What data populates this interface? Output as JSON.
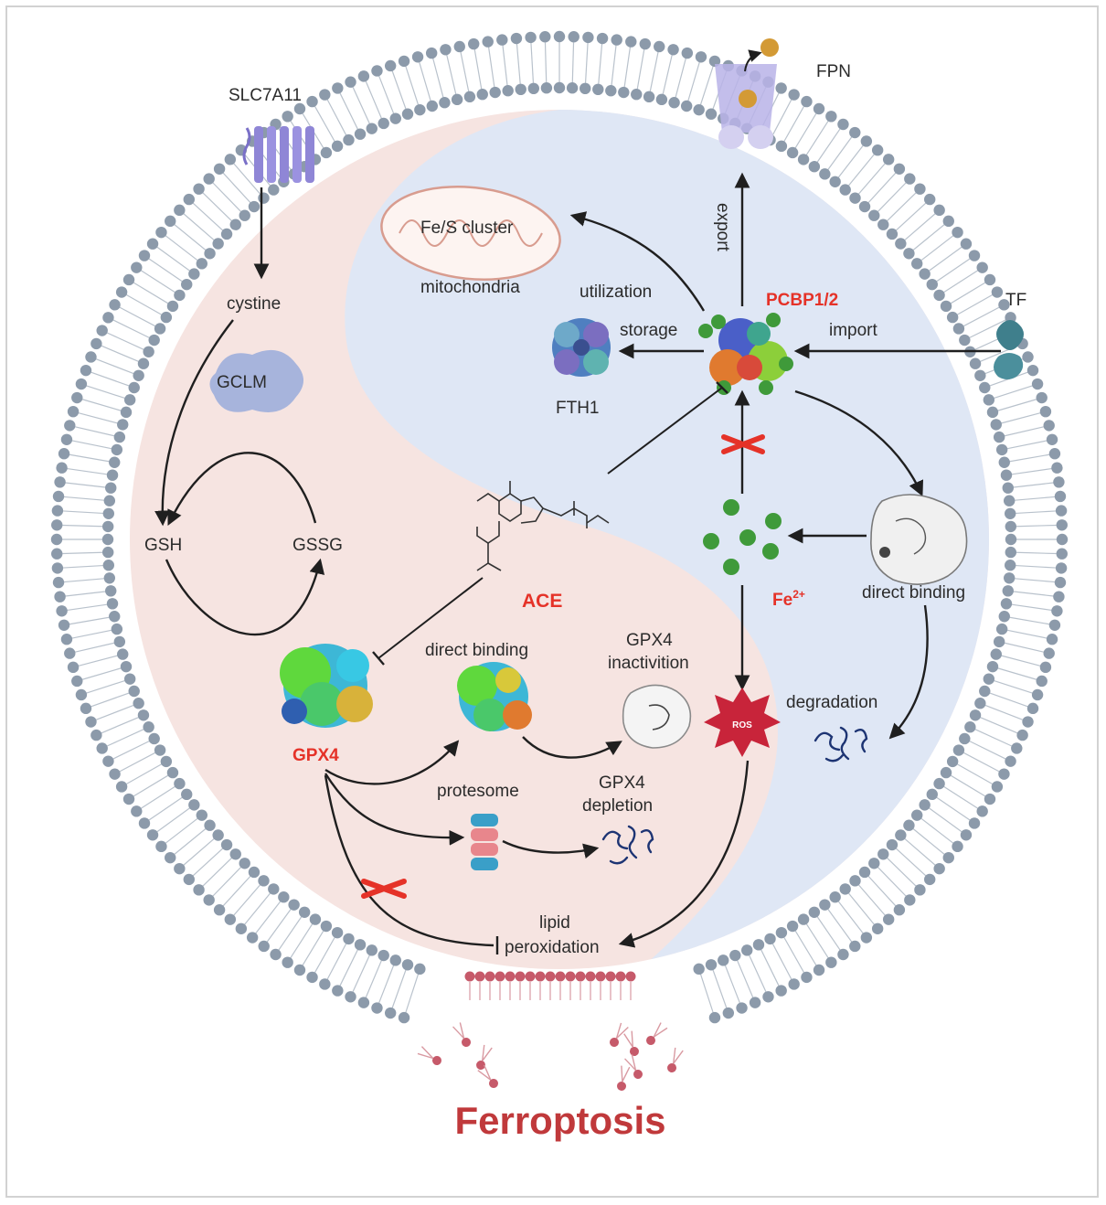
{
  "colors": {
    "membrane_head": "#8c9aaa",
    "membrane_tail": "#b9c2cc",
    "pink_region": "#f6e4e1",
    "blue_region": "#dfe7f5",
    "accent_red": "#e53228",
    "ferroptosis_red": "#c0393b",
    "iron_green": "#3f9a3a",
    "transporter_purple": "#8f86d6",
    "ros_red": "#c8243a"
  },
  "labels": {
    "slc7a11": "SLC7A11",
    "fpn": "FPN",
    "tf": "TF",
    "cystine": "cystine",
    "gclm": "GCLM",
    "gsh": "GSH",
    "gssg": "GSSG",
    "fes_cluster": "Fe/S cluster",
    "mitochondria": "mitochondria",
    "utilization": "utilization",
    "export": "export",
    "pcbp": "PCBP1/2",
    "import": "import",
    "storage": "storage",
    "fth1": "FTH1",
    "ace": "ACE",
    "fe": "Fe",
    "fe_charge": "2+",
    "direct_binding_right": "direct binding",
    "direct_binding_mid": "direct binding",
    "gpx4_inact_line1": "GPX4",
    "gpx4_inact_line2": "inactivition",
    "ros": "ROS",
    "degradation": "degradation",
    "gpx4": "GPX4",
    "protesome": "protesome",
    "gpx4_depl_line1": "GPX4",
    "gpx4_depl_line2": "depletion",
    "lipid": "lipid",
    "peroxidation": "peroxidation",
    "ferroptosis": "Ferroptosis"
  },
  "icons": [
    "slc7a11-transporter-icon",
    "fpn-transporter-icon",
    "tf-receptor-icon",
    "mitochondria-icon",
    "fth1-protein-icon",
    "pcbp-protein-icon",
    "gclm-icon",
    "ace-molecule-icon",
    "iron-ion-icon",
    "gpx4-protein-icon",
    "ros-burst-icon",
    "degraded-protein-icon",
    "proteasome-icon",
    "inhibition-cross-icon",
    "lipid-fragment-icon"
  ]
}
